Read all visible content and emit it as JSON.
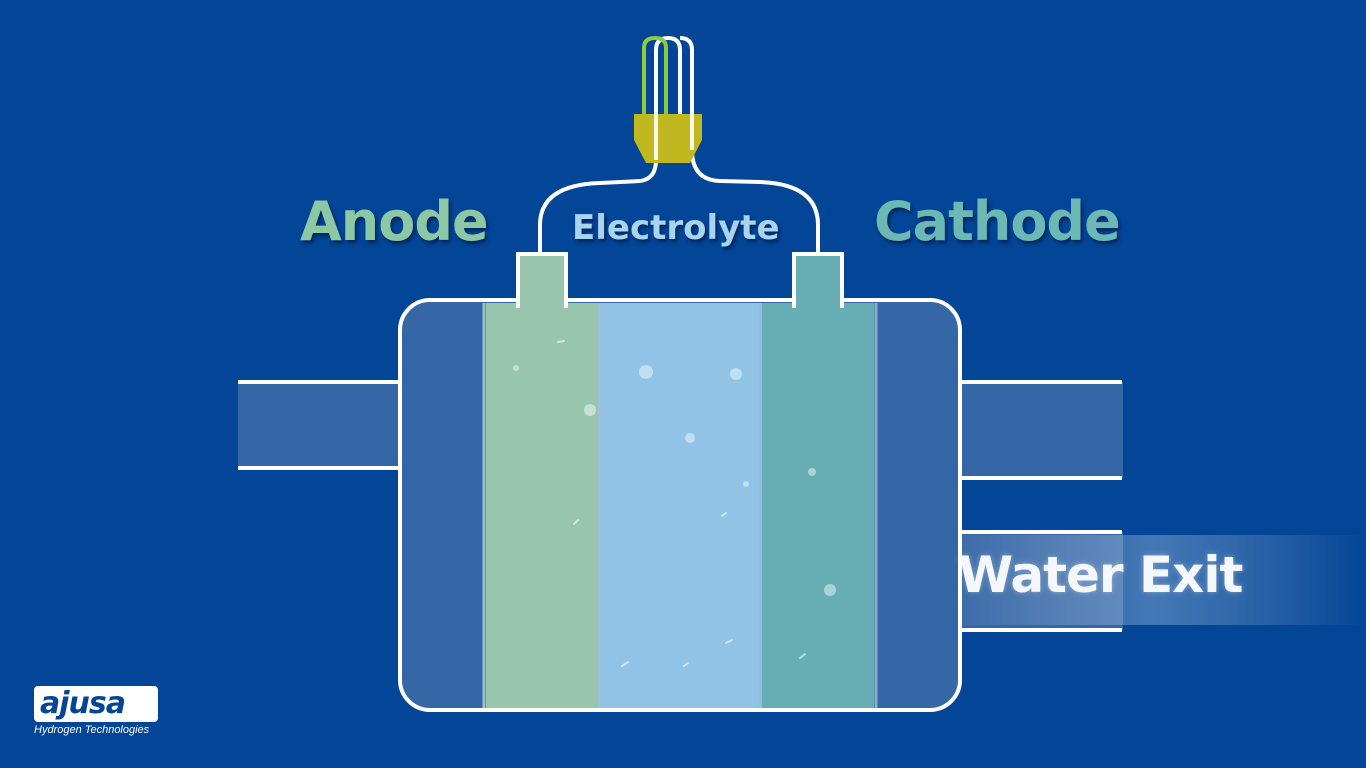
{
  "labels": {
    "anode": "Anode",
    "electrolyte": "Electrolyte",
    "cathode": "Cathode",
    "water_exit": "Water Exit"
  },
  "logo": {
    "name": "ajusa",
    "tagline": "Hydrogen Technologies"
  },
  "colors": {
    "background": "#034596",
    "housing": "#3567a6",
    "anode": "#98c6ad",
    "electrolyte": "#90c3e6",
    "cathode": "#66aeb4",
    "outline": "#ffffff",
    "plug": "#c1b820",
    "green_wire": "#8ccb3c"
  }
}
